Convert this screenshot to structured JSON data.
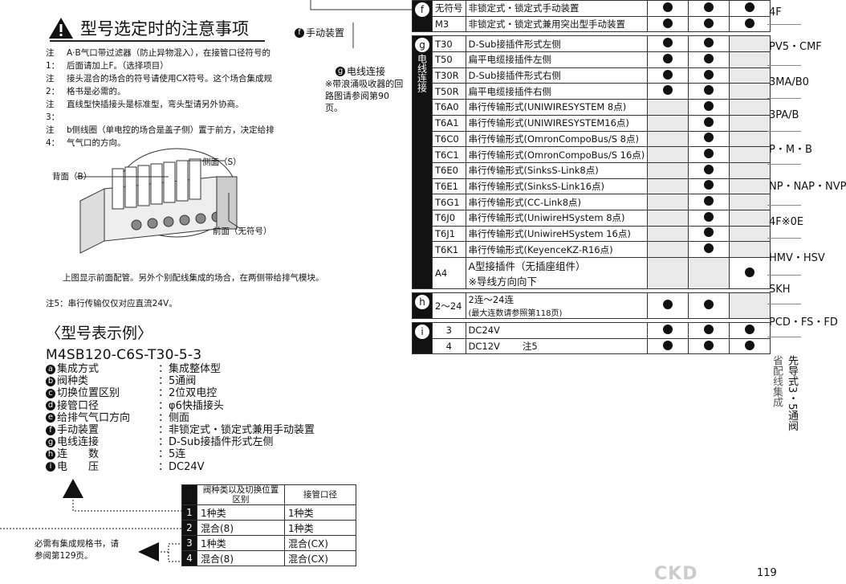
{
  "notice": {
    "title": "型号选定时的注意事项",
    "notes": [
      {
        "tag": "注1：",
        "text": "A·B气口带过滤器（防止异物混入），在接管口径符号的后面请加上F。（选择项目）"
      },
      {
        "tag": "注2：",
        "text": "接头混合的场合的符号请使用CX符号。这个场合集成规格书是必需的。"
      },
      {
        "tag": "注3：",
        "text": "直线型快插接头是标准型，弯头型请另外协商。"
      },
      {
        "tag": "注4：",
        "text": "b侧线圈（单电控的场合是盖子侧）置于前方，决定给排气气口的方向。"
      }
    ],
    "diagram": {
      "back_label": "背面（B）",
      "side_label": "侧面（S）",
      "front_label": "前面（无符号）"
    },
    "diagram_caption": "上图显示前面配管。另外个别配线集成的场合，在两侧带给排气模块。",
    "note5": "注5：串行传输仅仅对应直流24V。"
  },
  "example": {
    "heading": "〈型号表示例〉",
    "code": "M4SB120-C6S-T30-5-3",
    "rows": [
      {
        "k": "a",
        "label": "集成方式",
        "value": "：集成整体型"
      },
      {
        "k": "b",
        "label": "阀种类",
        "value": "：5通阀"
      },
      {
        "k": "c",
        "label": "切换位置区别",
        "value": "：2位双电控"
      },
      {
        "k": "d",
        "label": "接管口径",
        "value": "：φ6快插接头"
      },
      {
        "k": "e",
        "label": "给排气气口方向",
        "value": "：侧面"
      },
      {
        "k": "f",
        "label": "手动装置",
        "value": "：非锁定式・锁定式兼用手动装置"
      },
      {
        "k": "g",
        "label": "电线连接",
        "value": "：D-Sub接插件形式左侧"
      },
      {
        "k": "h",
        "label": "连　　数",
        "value": "：5连"
      },
      {
        "k": "i",
        "label": "电　　压",
        "value": "：DC24V"
      }
    ]
  },
  "small_table": {
    "headers": [
      "阀种类以及切换位置区别",
      "接管口径"
    ],
    "rows": [
      {
        "n": "1",
        "a": "1种类",
        "b": "1种类"
      },
      {
        "n": "2",
        "a": "混合(8)",
        "b": "1种类"
      },
      {
        "n": "3",
        "a": "1种类",
        "b": "混合(CX)"
      },
      {
        "n": "4",
        "a": "混合(8)",
        "b": "混合(CX)"
      }
    ],
    "note": "必需有集成规格书，请参阅第129页。"
  },
  "callouts": {
    "f_label": "手动装置",
    "g_label": "电线连接",
    "g_note": "※带浪涌吸收器的回路图请参阅第90页。"
  },
  "options": {
    "f_rows": [
      {
        "code": "无符号",
        "desc": "非锁定式・锁定式手动装置",
        "d": [
          true,
          true,
          true
        ]
      },
      {
        "code": "M3",
        "desc": "非锁定式・锁定式兼用突出型手动装置",
        "d": [
          true,
          true,
          true
        ]
      }
    ],
    "g_side": "电线连接",
    "g_rows": [
      {
        "code": "T30",
        "desc": "D-Sub接插件形式左侧",
        "d": [
          true,
          true,
          false
        ]
      },
      {
        "code": "T50",
        "desc": "扁平电缆接插件左侧",
        "d": [
          true,
          true,
          false
        ]
      },
      {
        "code": "T30R",
        "desc": "D-Sub接插件形式右侧",
        "d": [
          true,
          true,
          false
        ]
      },
      {
        "code": "T50R",
        "desc": "扁平电缆接插件右侧",
        "d": [
          true,
          true,
          false
        ]
      },
      {
        "code": "T6A0",
        "desc": "串行传输形式(UNIWIRESYSTEM 8点)",
        "d": [
          false,
          true,
          false
        ]
      },
      {
        "code": "T6A1",
        "desc": "串行传输形式(UNIWIRESYSTEM16点)",
        "d": [
          false,
          true,
          false
        ]
      },
      {
        "code": "T6C0",
        "desc": "串行传输形式(OmronCompoBus/S 8点)",
        "d": [
          false,
          true,
          false
        ]
      },
      {
        "code": "T6C1",
        "desc": "串行传输形式(OmronCompoBus/S 16点)",
        "d": [
          false,
          true,
          false
        ]
      },
      {
        "code": "T6E0",
        "desc": "串行传输形式(SinksS-Link8点)",
        "d": [
          false,
          true,
          false
        ]
      },
      {
        "code": "T6E1",
        "desc": "串行传输形式(SinksS-Link16点)",
        "d": [
          false,
          true,
          false
        ]
      },
      {
        "code": "T6G1",
        "desc": "串行传输形式(CC-Link8点)",
        "d": [
          false,
          true,
          false
        ]
      },
      {
        "code": "T6J0",
        "desc": "串行传输形式(UniwireHSystem 8点)",
        "d": [
          false,
          true,
          false
        ]
      },
      {
        "code": "T6J1",
        "desc": "串行传输形式(UniwireHSystem 16点)",
        "d": [
          false,
          true,
          false
        ]
      },
      {
        "code": "T6K1",
        "desc": "串行传输形式(KeyenceKZ-R16点)",
        "d": [
          false,
          true,
          false
        ]
      },
      {
        "code": "A4",
        "desc": "A型接插件（无插座组件）",
        "desc2": "※导线方向向下",
        "d": [
          false,
          false,
          true
        ]
      }
    ],
    "h_row": {
      "code": "2～24",
      "desc": "2连～24连",
      "desc2": "(最大连数请参照第118页)",
      "d": [
        true,
        true,
        false
      ]
    },
    "i_rows": [
      {
        "code": "3",
        "desc": "DC24V",
        "note": "",
        "d": [
          true,
          true,
          true
        ]
      },
      {
        "code": "4",
        "desc": "DC12V",
        "note": "注5",
        "d": [
          true,
          true,
          true
        ]
      }
    ]
  },
  "right_index": [
    "4F",
    "PV5・CMF",
    "3MA/B0",
    "3PA/B",
    "P・M・B",
    "NP・NAP・NVP",
    "4F※0E",
    "HMV・HSV",
    "SKH",
    "PCD・FS・FD"
  ],
  "right_vertical": [
    "先导式3・5通阀",
    "省配线集成"
  ],
  "footer": {
    "brand": "CKD",
    "page": "119"
  }
}
